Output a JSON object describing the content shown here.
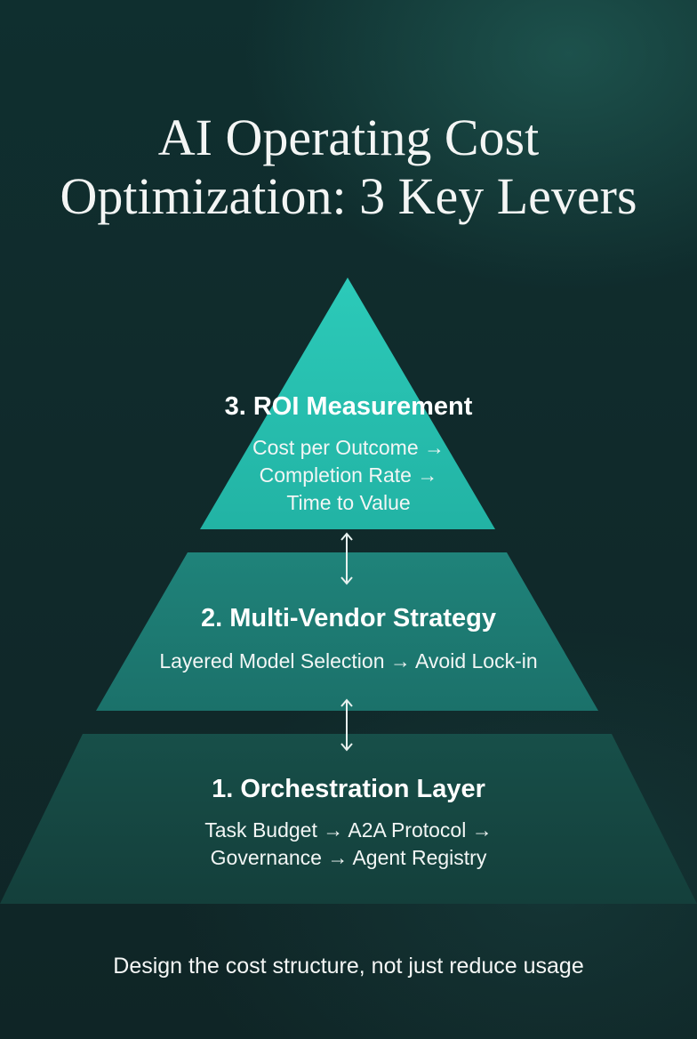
{
  "title": {
    "line1": "AI Operating Cost",
    "line2": "Optimization: 3 Key Levers"
  },
  "pyramid": {
    "tiers": [
      {
        "heading": "3. ROI Measurement",
        "details": [
          "Cost per Outcome →",
          "Completion Rate →",
          "Time to Value"
        ],
        "color": "#27bfb0"
      },
      {
        "heading": "2. Multi-Vendor Strategy",
        "details": [
          "Layered Model Selection → Avoid Lock-in"
        ],
        "color": "#1d7b72"
      },
      {
        "heading": "1. Orchestration Layer",
        "details": [
          "Task Budget → A2A Protocol →",
          "Governance → Agent Registry"
        ],
        "color": "#15493f"
      }
    ],
    "connector_icon": "double-headed-vertical-arrow-icon"
  },
  "footer": "Design the cost structure, not just reduce usage",
  "colors": {
    "background": "#102a2b",
    "top_tier": "#27bfb0",
    "middle_tier": "#1d7b72",
    "bottom_tier": "#15493f",
    "text": "#ffffff"
  }
}
